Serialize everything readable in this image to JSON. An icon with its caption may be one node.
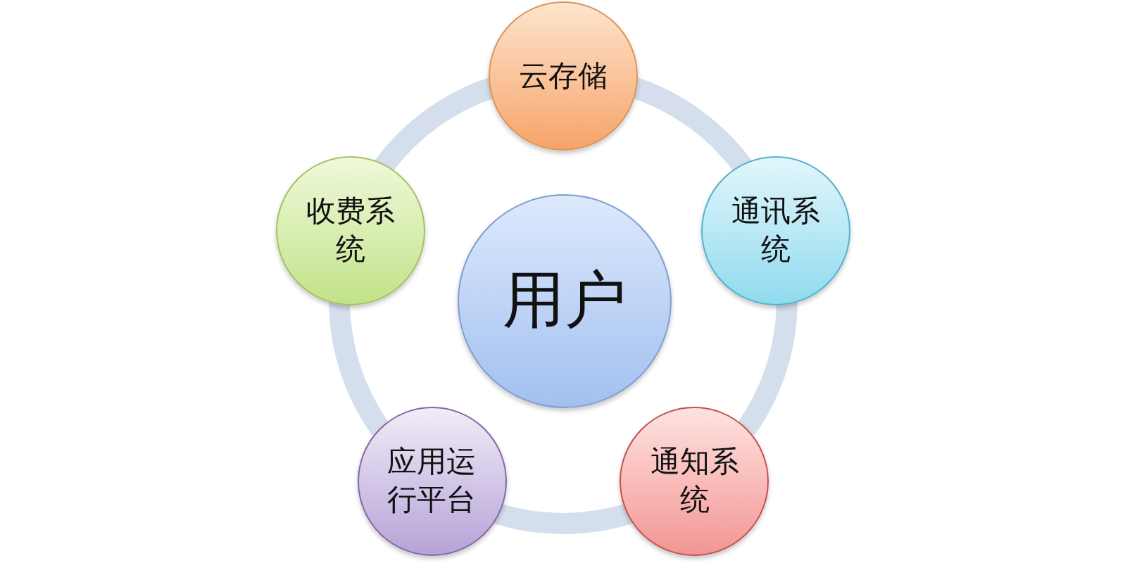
{
  "diagram": {
    "nodes": [
      {
        "text": [
          "云存储"
        ]
      },
      {
        "text": [
          "收费系统"
        ]
      },
      {
        "text": [
          "用户"
        ]
      },
      {
        "text": [
          "通讯系统"
        ]
      },
      {
        "text": [
          "应用运行平台"
        ]
      },
      {
        "text": [
          "通知系统"
        ]
      }
    ],
    "edges": [
      {
        "from": 0,
        "to": 3,
        "arrow": "none"
      },
      {
        "from": 3,
        "to": 5,
        "arrow": "none"
      },
      {
        "from": 5,
        "to": 4,
        "arrow": "none"
      },
      {
        "from": 4,
        "to": 1,
        "arrow": "none"
      },
      {
        "from": 1,
        "to": 0,
        "arrow": "none"
      }
    ]
  }
}
